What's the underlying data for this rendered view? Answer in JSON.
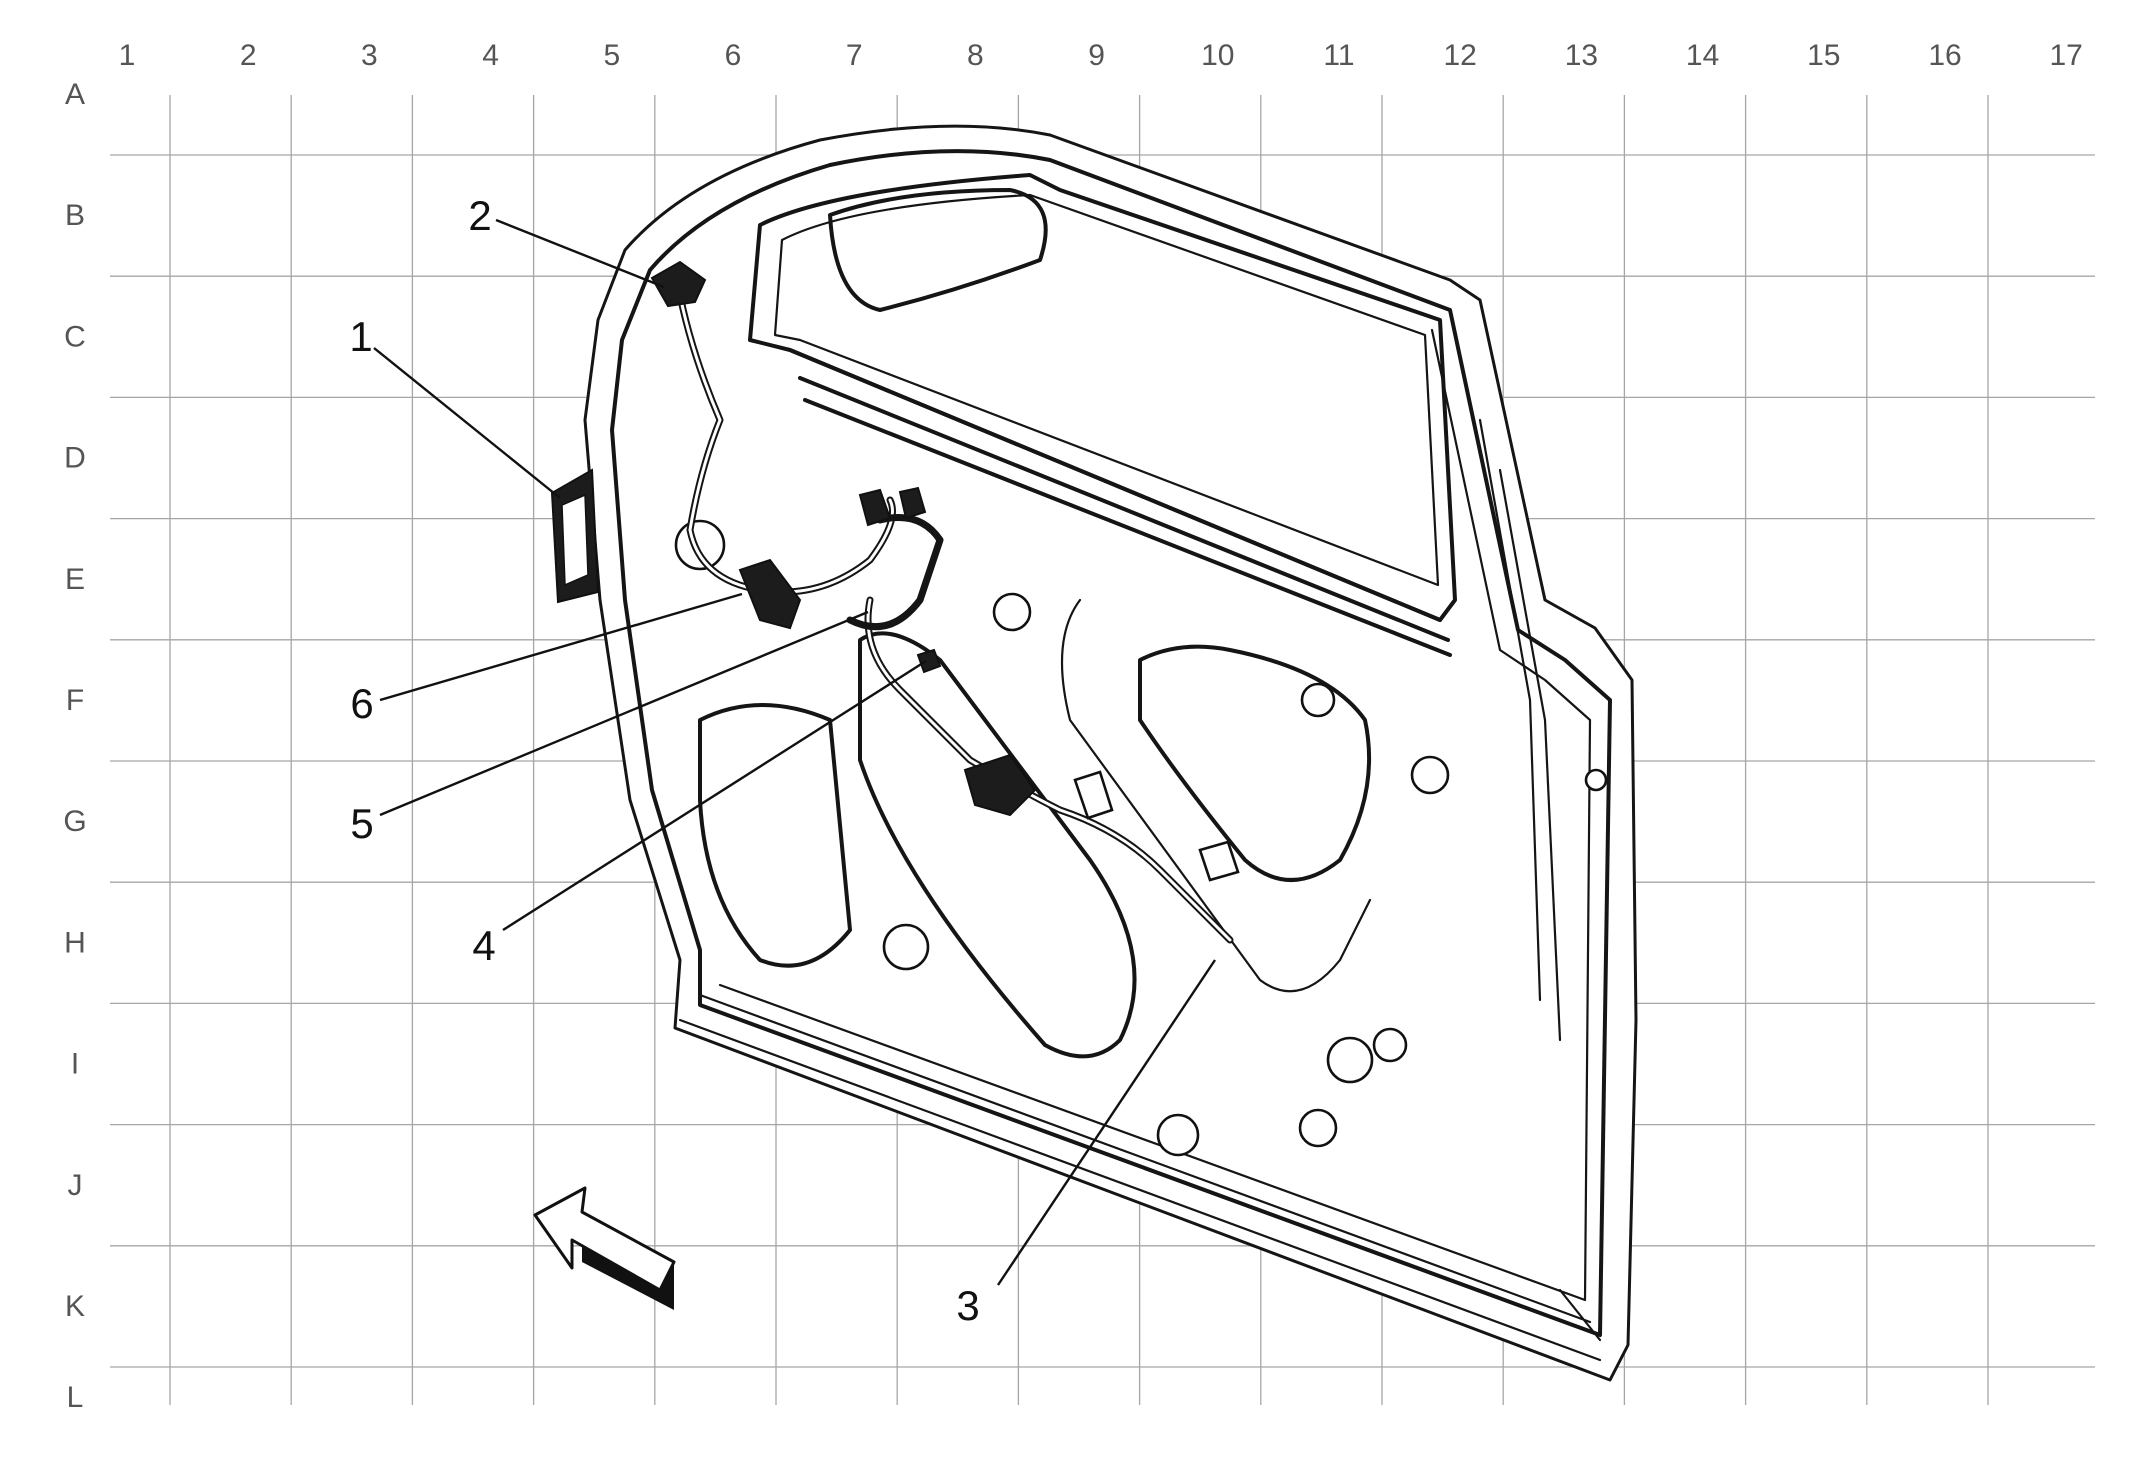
{
  "grid": {
    "columns": [
      "1",
      "2",
      "3",
      "4",
      "5",
      "6",
      "7",
      "8",
      "9",
      "10",
      "11",
      "12",
      "13",
      "14",
      "15",
      "16",
      "17"
    ],
    "rows": [
      "A",
      "B",
      "C",
      "D",
      "E",
      "F",
      "G",
      "H",
      "I",
      "J",
      "K",
      "L"
    ]
  },
  "callouts": [
    {
      "id": "1",
      "label": "1"
    },
    {
      "id": "2",
      "label": "2"
    },
    {
      "id": "3",
      "label": "3"
    },
    {
      "id": "4",
      "label": "4"
    },
    {
      "id": "5",
      "label": "5"
    },
    {
      "id": "6",
      "label": "6"
    }
  ],
  "colors": {
    "grid": "#a6a6a6",
    "line": "#151515",
    "label": "#555555",
    "background": "#ffffff"
  },
  "icons": {
    "direction_arrow": "front-direction-arrow-icon"
  }
}
